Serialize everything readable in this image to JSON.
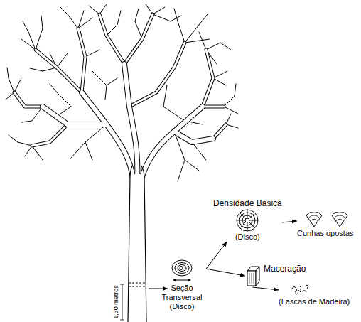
{
  "diagram": {
    "nodes": [
      {
        "text": [
          "Seção Transversal (Disco)"
        ]
      },
      {
        "text": [
          "Densidade Básica",
          "(Disco)"
        ]
      },
      {
        "text": [
          "Cunhas opostas"
        ]
      },
      {
        "text": [
          "Maceração"
        ]
      },
      {
        "text": [
          "(Lascas de Madeira)"
        ]
      }
    ],
    "edges": [
      {
        "from": 0,
        "to": 1,
        "arrow": "to"
      },
      {
        "from": 0,
        "to": 3,
        "arrow": "to"
      },
      {
        "from": 1,
        "to": 2,
        "arrow": "to"
      },
      {
        "from": 3,
        "to": 4,
        "arrow": "to"
      }
    ],
    "labels": [
      "1,30 metros"
    ]
  }
}
